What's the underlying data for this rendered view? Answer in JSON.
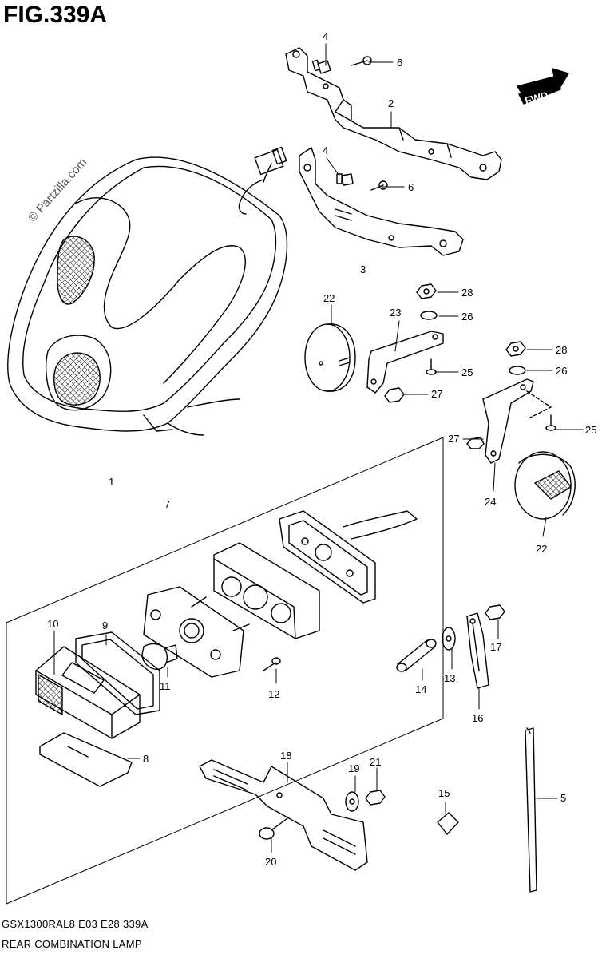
{
  "figure": {
    "title": "FIG.339A",
    "watermark": "© Partzilla.com",
    "code_line": "GSX1300RAL8  E03  E28  339A",
    "description": "REAR COMBINATION LAMP",
    "fwd_label": "FWD"
  },
  "callouts": [
    {
      "id": "c1",
      "label": "1"
    },
    {
      "id": "c2",
      "label": "2"
    },
    {
      "id": "c3",
      "label": "3"
    },
    {
      "id": "c4a",
      "label": "4"
    },
    {
      "id": "c4b",
      "label": "4"
    },
    {
      "id": "c5",
      "label": "5"
    },
    {
      "id": "c6a",
      "label": "6"
    },
    {
      "id": "c6b",
      "label": "6"
    },
    {
      "id": "c7",
      "label": "7"
    },
    {
      "id": "c8",
      "label": "8"
    },
    {
      "id": "c9",
      "label": "9"
    },
    {
      "id": "c10",
      "label": "10"
    },
    {
      "id": "c11",
      "label": "11"
    },
    {
      "id": "c12",
      "label": "12"
    },
    {
      "id": "c13",
      "label": "13"
    },
    {
      "id": "c14",
      "label": "14"
    },
    {
      "id": "c15",
      "label": "15"
    },
    {
      "id": "c16",
      "label": "16"
    },
    {
      "id": "c17",
      "label": "17"
    },
    {
      "id": "c18",
      "label": "18"
    },
    {
      "id": "c19",
      "label": "19"
    },
    {
      "id": "c20",
      "label": "20"
    },
    {
      "id": "c21",
      "label": "21"
    },
    {
      "id": "c22a",
      "label": "22"
    },
    {
      "id": "c22b",
      "label": "22"
    },
    {
      "id": "c23",
      "label": "23"
    },
    {
      "id": "c24",
      "label": "24"
    },
    {
      "id": "c25a",
      "label": "25"
    },
    {
      "id": "c25b",
      "label": "25"
    },
    {
      "id": "c26a",
      "label": "26"
    },
    {
      "id": "c26b",
      "label": "26"
    },
    {
      "id": "c27a",
      "label": "27"
    },
    {
      "id": "c27b",
      "label": "27"
    },
    {
      "id": "c28a",
      "label": "28"
    },
    {
      "id": "c28b",
      "label": "28"
    }
  ]
}
